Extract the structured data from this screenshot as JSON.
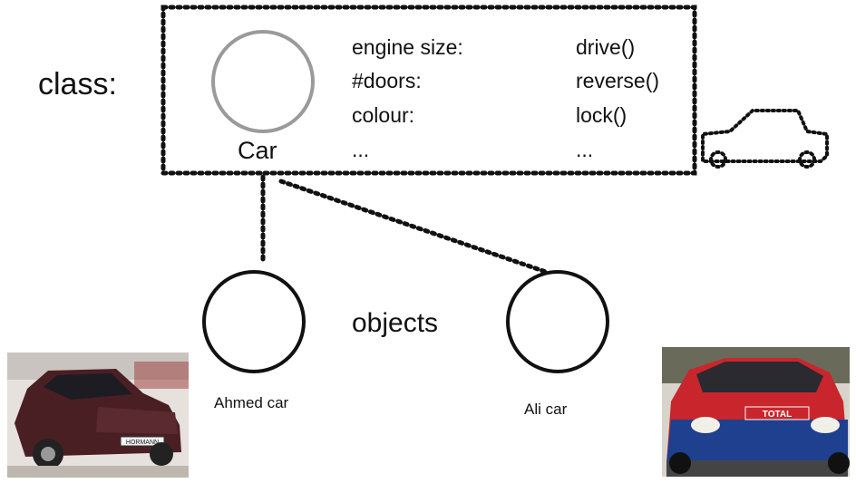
{
  "diagram": {
    "class_label": "class:",
    "class_name": "Car",
    "attributes": [
      "engine size:",
      "#doors:",
      "colour:",
      "..."
    ],
    "methods": [
      "drive()",
      "reverse()",
      "lock()",
      "..."
    ],
    "objects_label": "objects",
    "object_names": [
      "Ahmed car",
      "Ali car"
    ],
    "photo_plate_text": "HORMANN",
    "photo_sponsor_text": "TOTAL"
  },
  "colors": {
    "outline": "#111111",
    "class_circle": "#9a9a9a",
    "car1_body": "#4a1f24",
    "car2_red": "#c8262c",
    "car2_blue": "#1f3f8f"
  }
}
